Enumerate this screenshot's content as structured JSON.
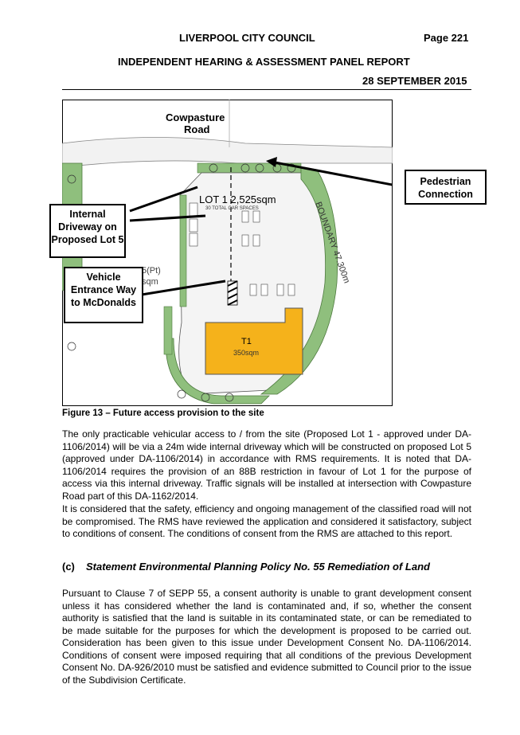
{
  "header": {
    "council": "LIVERPOOL CITY COUNCIL",
    "page": "Page 221",
    "report_title": "INDEPENDENT HEARING & ASSESSMENT PANEL REPORT",
    "date": "28 SEPTEMBER 2015"
  },
  "figure": {
    "road_label": "Cowpasture\nRoad",
    "lot_label": "LOT 1 2,525sqm",
    "car_spaces": "30 TOTAL CAR SPACES",
    "boundary_label": "BOUNDARY 47.300m",
    "building_label": "T1",
    "building_area": "350sqm",
    "partial_lot_label": "5(Pt)",
    "partial_area": "sqm",
    "callouts": {
      "pedestrian": "Pedestrian Connection",
      "internal_driveway": "Internal Driveway on Proposed Lot 5",
      "vehicle_entrance": "Vehicle Entrance Way to McDonalds"
    },
    "caption": "Figure 13 – Future access provision to the site",
    "colors": {
      "green": "#8fbf7d",
      "building": "#f5b21b",
      "road": "#e8e8e8"
    }
  },
  "paragraphs": {
    "p1": "The only practicable vehicular access to / from the site (Proposed Lot 1 - approved under DA-1106/2014) will be via a 24m wide internal driveway which will be constructed on proposed Lot 5 (approved under DA-1106/2014) in accordance with RMS requirements. It is noted that DA-1106/2014 requires the provision of an 88B restriction in favour of Lot 1 for the purpose of access via this internal driveway. Traffic signals will be installed at intersection with Cowpasture Road part of this DA-1162/2014.",
    "p2": "It is considered that the safety, efficiency and ongoing management of the classified road will not be compromised. The RMS have reviewed the application and considered it satisfactory, subject to conditions of consent. The conditions of consent from the RMS are attached to this report.",
    "section_label": "(c)",
    "section_title": "Statement Environmental Planning Policy No. 55 Remediation of Land",
    "p3": "Pursuant to Clause 7 of SEPP 55, a consent authority is unable to grant development consent unless it has considered whether the land is contaminated and, if so, whether the consent authority is satisfied that the land is suitable in its contaminated state, or can be remediated to be made suitable for the purposes for which the development is proposed to be carried out. Consideration has been given to this issue under Development Consent No. DA-1106/2014. Conditions of consent were imposed requiring that all conditions of the previous Development Consent No. DA-926/2010 must be satisfied and evidence submitted to Council prior to the issue of the Subdivision Certificate."
  }
}
